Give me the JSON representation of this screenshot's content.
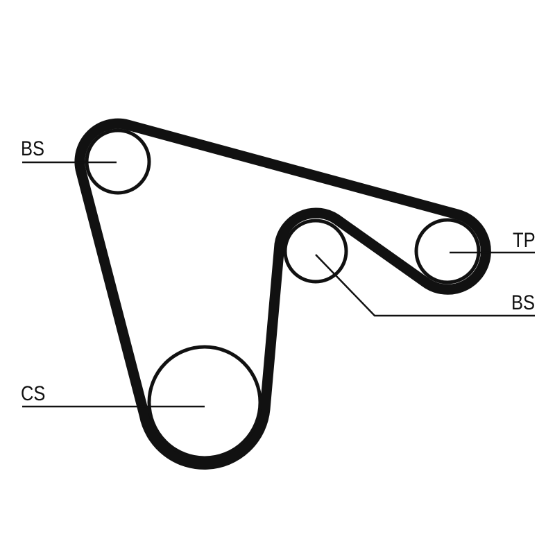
{
  "diagram": {
    "labels": {
      "bs_top": "BS",
      "tp": "TP",
      "bs_right": "BS",
      "cs": "CS"
    },
    "colors": {
      "stroke": "#111111",
      "background": "#ffffff"
    }
  }
}
